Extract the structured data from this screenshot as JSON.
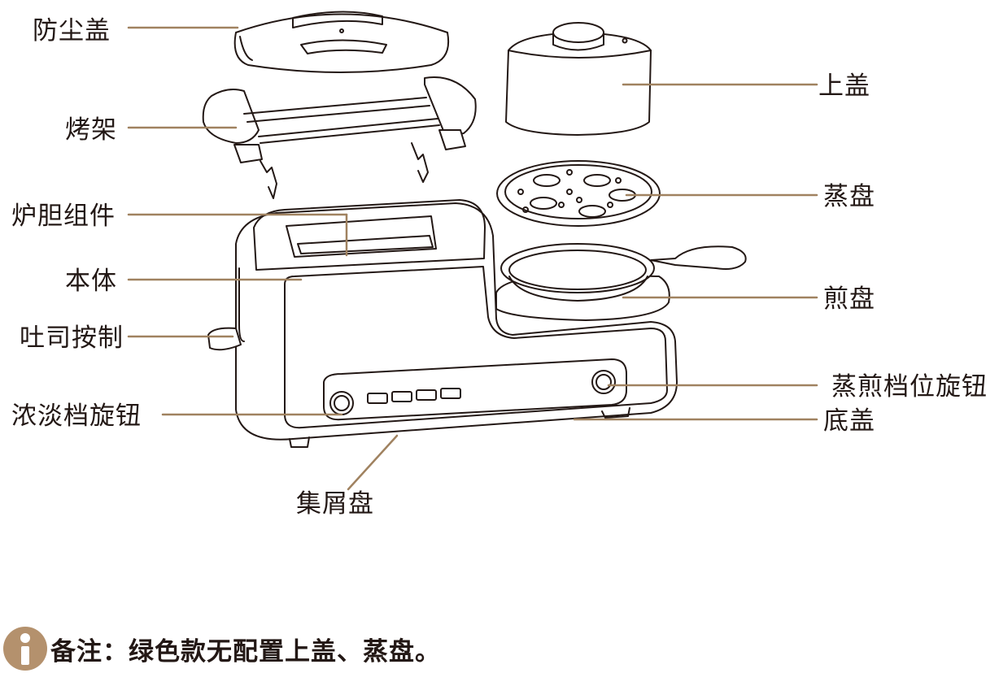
{
  "labels": {
    "dust_cover": "防尘盖",
    "toast_rack": "烤架",
    "oven_assembly": "炉胆组件",
    "main_body": "本体",
    "toast_control": "吐司按制",
    "darkness_knob": "浓淡档旋钮",
    "top_lid": "上盖",
    "steam_tray": "蒸盘",
    "frying_pan": "煎盘",
    "steam_fry_knob": "蒸煎档位旋钮",
    "bottom_cover": "底盖",
    "crumb_tray": "集屑盘"
  },
  "note": {
    "icon": "info-icon",
    "text": "备注：绿色款无配置上盖、蒸盘。"
  },
  "colors": {
    "leader": "#a08260",
    "line_art": "#231815",
    "accent": "#b4916d"
  }
}
